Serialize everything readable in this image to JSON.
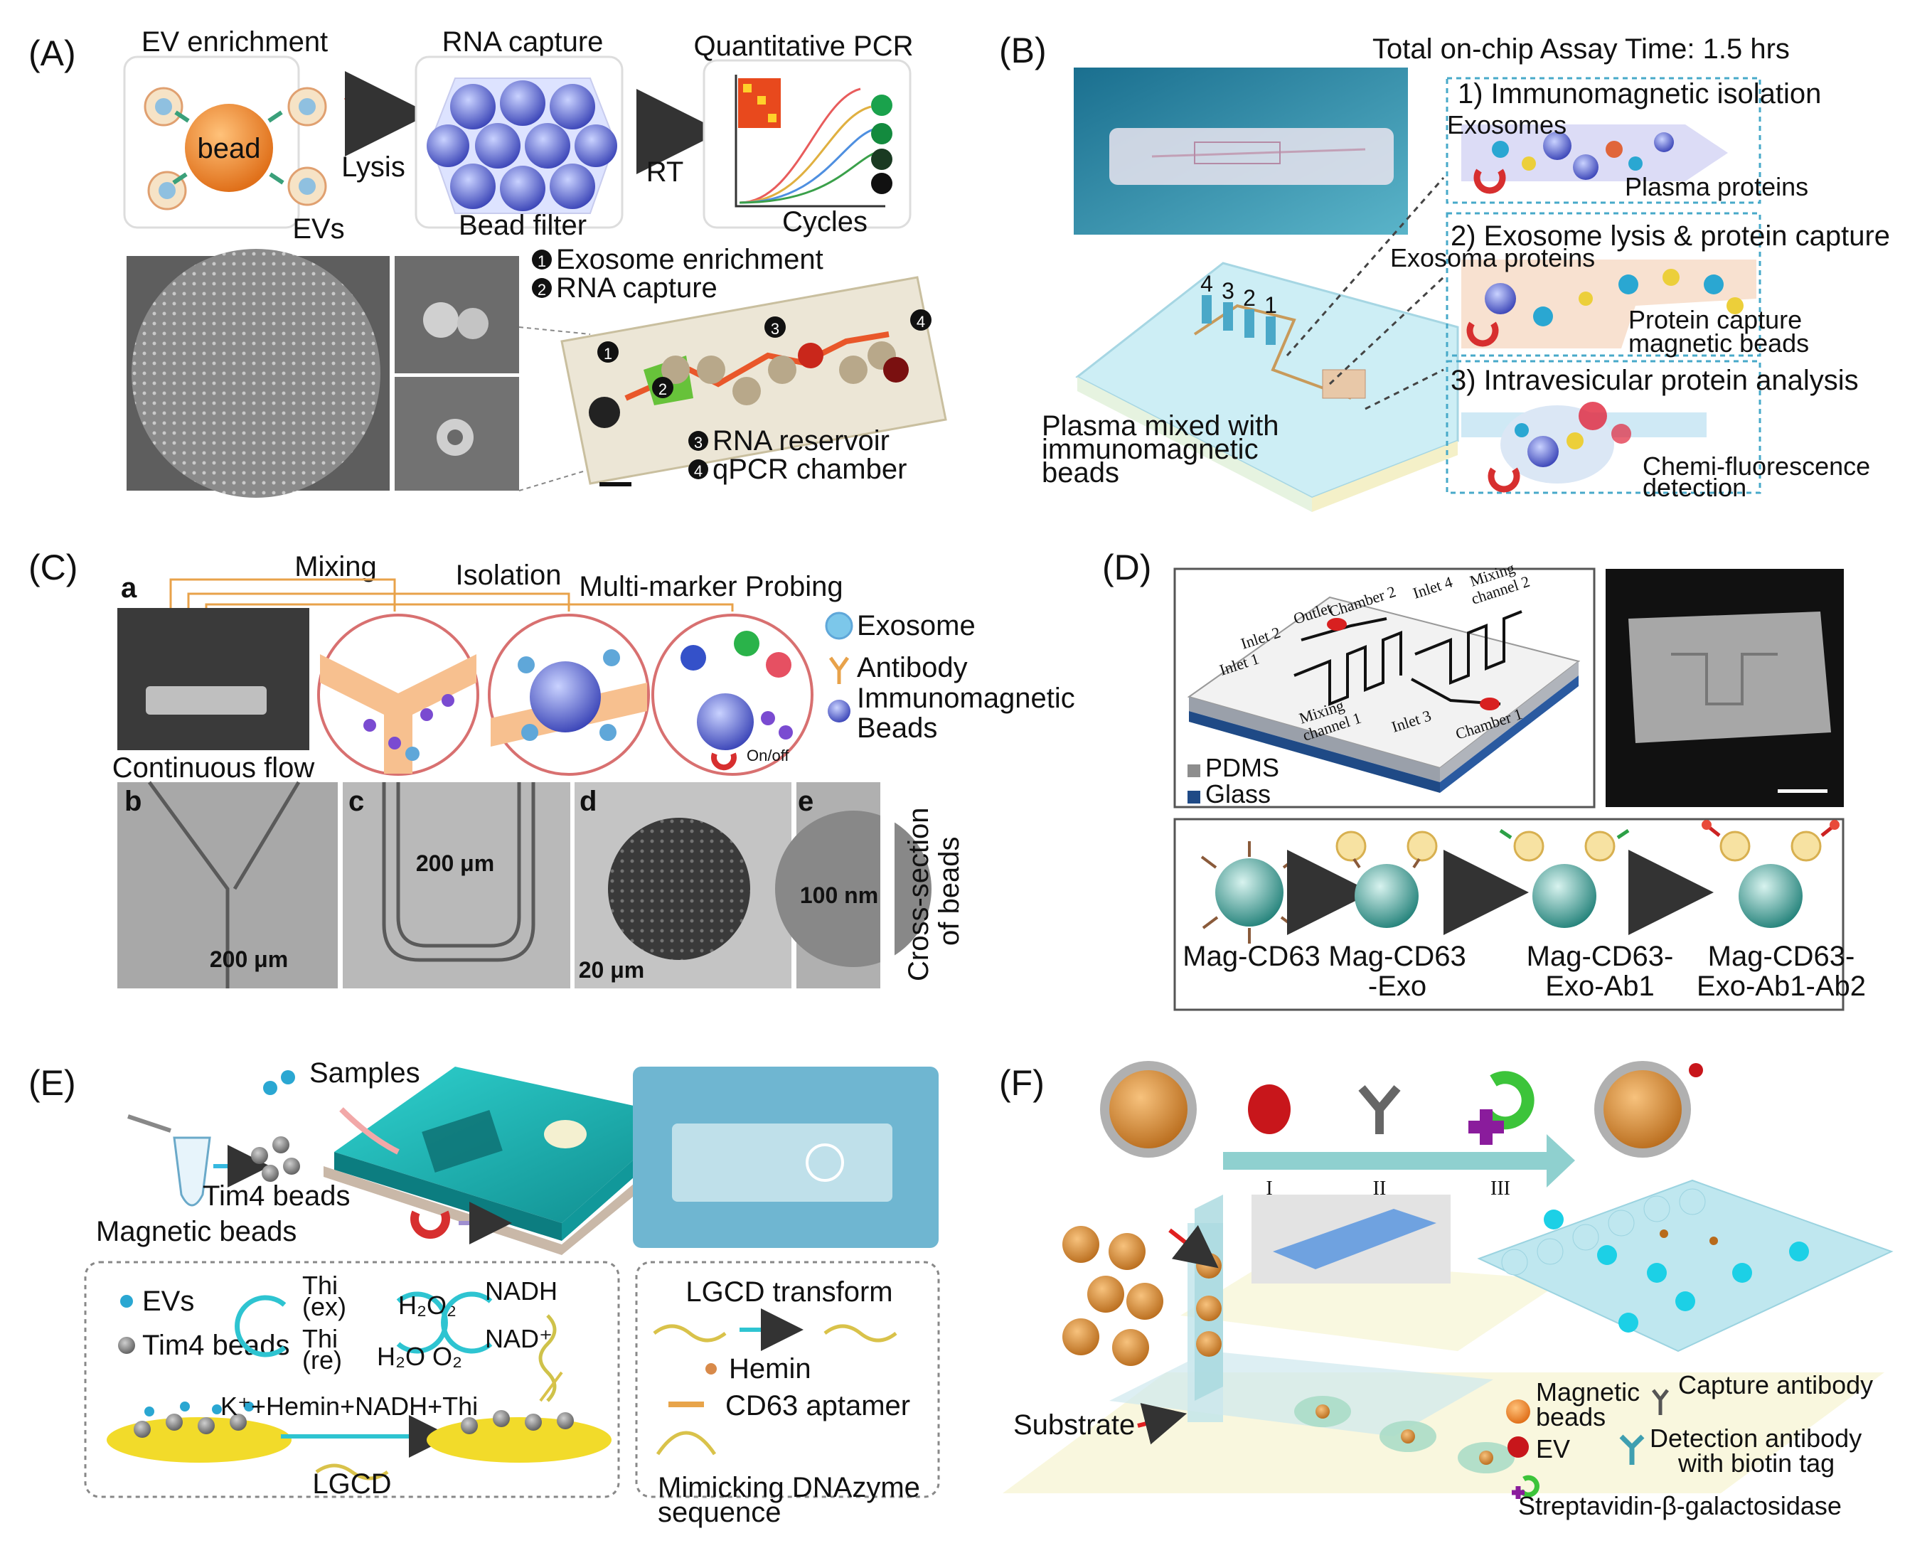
{
  "panels": {
    "A": {
      "tag": "(A)",
      "ev_enrichment": "EV enrichment",
      "bead": "bead",
      "evs": "EVs",
      "lysis": "Lysis",
      "rna_capture": "RNA capture",
      "bead_filter": "Bead filter",
      "rt": "RT",
      "qpcr": "Quantitative PCR",
      "cycles": "Cycles",
      "chip_items": [
        "Exosome enrichment",
        "RNA capture",
        "RNA reservoir",
        "qPCR chamber"
      ],
      "chip_numbers": [
        "1",
        "2",
        "3",
        "4"
      ]
    },
    "B": {
      "tag": "(B)",
      "assay_time": "Total on-chip Assay Time: 1.5 hrs",
      "step1": "1) Immunomagnetic isolation",
      "exosomes": "Exosomes",
      "plasma_proteins": "Plasma proteins",
      "step2": "2) Exosome lysis  & protein capture",
      "exosoma_proteins": "Exosoma proteins",
      "protein_capture": "Protein capture",
      "magnetic_beads": "magnetic beads",
      "step3": "3) Intravesicular protein analysis",
      "plasma_mixed_1": "Plasma mixed with",
      "plasma_mixed_2": "immunomagnetic",
      "plasma_mixed_3": "beads",
      "chemi_1": "Chemi-fluorescence",
      "chemi_2": "detection",
      "inlets": [
        "4",
        "3",
        "2",
        "1"
      ]
    },
    "C": {
      "tag": "(C)",
      "mixing": "Mixing",
      "isolation": "Isolation",
      "probing": "Multi-marker Probing",
      "exosome": "Exosome",
      "antibody": "Antibody",
      "immuno_1": "Immunomagnetic",
      "immuno_2": "Beads",
      "continuous_flow": "Continuous flow",
      "on_off": "On/off",
      "sub_labels": [
        "a",
        "b",
        "c",
        "d",
        "e"
      ],
      "scale_b": "200 μm",
      "scale_c": "200 μm",
      "scale_d": "20 μm",
      "scale_e": "100 nm",
      "cross_1": "Cross-section",
      "cross_2": "of beads"
    },
    "D": {
      "tag": "(D)",
      "chip_labels": [
        "Outlet",
        "Chamber 2",
        "Inlet 4",
        "Mixing",
        "channel 2",
        "Inlet 2",
        "Inlet 1",
        "Mixing",
        "channel 1",
        "Inlet 3",
        "Chamber 1"
      ],
      "pdms": "PDMS",
      "glass": "Glass",
      "steps": [
        {
          "l1": "Mag-CD63",
          "l2": ""
        },
        {
          "l1": "Mag-CD63",
          "l2": "-Exo"
        },
        {
          "l1": "Mag-CD63-",
          "l2": "Exo-Ab1"
        },
        {
          "l1": "Mag-CD63-",
          "l2": "Exo-Ab1-Ab2"
        }
      ]
    },
    "E": {
      "tag": "(E)",
      "samples": "Samples",
      "tim4_beads": "Tim4 beads",
      "magnetic_beads": "Magnetic beads",
      "evs": "EVs",
      "tim4_beads_2": "Tim4 beads",
      "thi_ex_1": "Thi",
      "thi_ex_2": "(ex)",
      "thi_re_1": "Thi",
      "thi_re_2": "(re)",
      "h2o2": "H₂O₂",
      "h2o_o2": "H₂O  O₂",
      "nadh": "NADH",
      "nad": "NAD⁺",
      "reaction": "K⁺+Hemin+NADH+Thi",
      "lgcd": "LGCD",
      "lgcd_transform": "LGCD transform",
      "hemin": "Hemin",
      "cd63_aptamer": "CD63 aptamer",
      "mimic_1": "Mimicking DNAzyme",
      "mimic_2": "sequence"
    },
    "F": {
      "tag": "(F)",
      "steps": [
        "I",
        "II",
        "III"
      ],
      "substrate": "Substrate",
      "magnetic": "Magnetic",
      "beads": "beads",
      "ev": "EV",
      "capture_antibody": "Capture antibody",
      "detection_1": "Detection antibody",
      "detection_2": "with biotin tag",
      "strep": "Streptavidin-β-galactosidase"
    }
  },
  "colors": {
    "bead_orange": "#f08a2c",
    "chip_cyan": "#1fb6b6",
    "dashed_box": "#47a9c9",
    "arrow_teal": "#8fd0cf",
    "mag_green": "#2c8f86",
    "ev_red": "#c8161b"
  }
}
